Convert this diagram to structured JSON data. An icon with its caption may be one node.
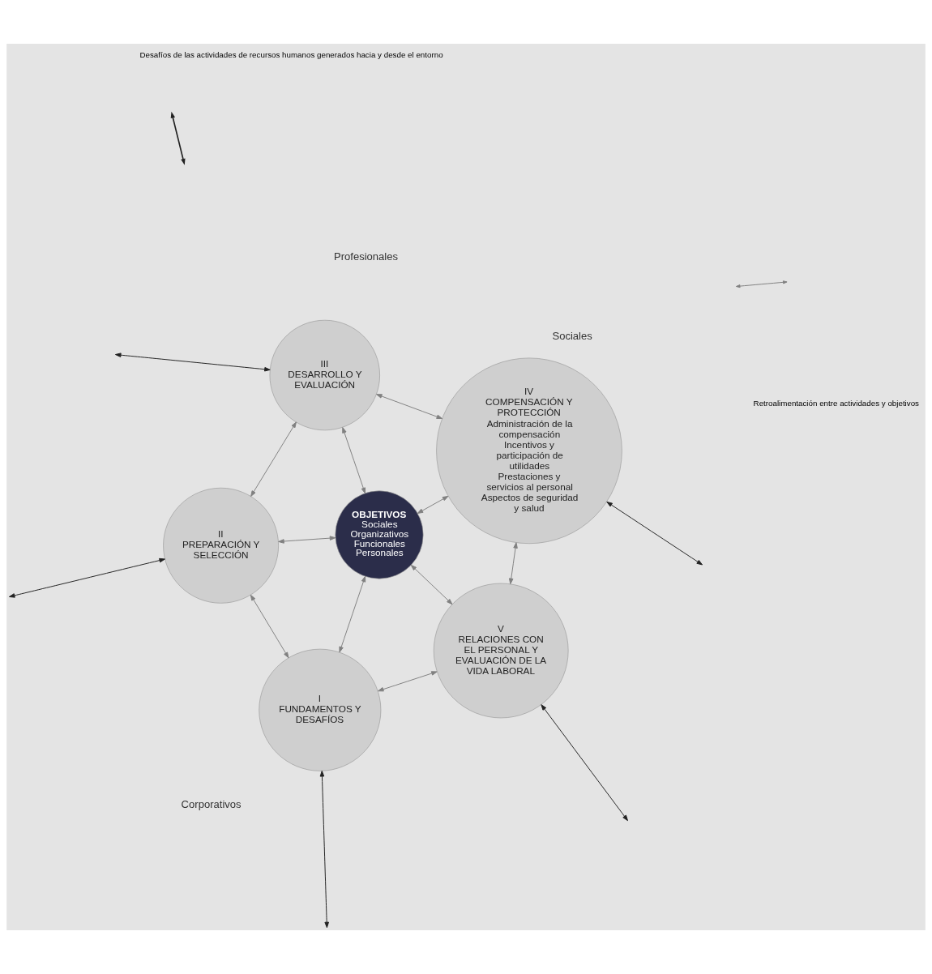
{
  "diagram": {
    "nodes": [
      {
        "text": [
          "I",
          "FUNDAMENTOS Y DESAFÍOS"
        ]
      },
      {
        "text": [
          "II",
          "PREPARACIÓN Y SELECCIÓN"
        ]
      },
      {
        "text": [
          "III",
          "DESARROLLO Y EVALUACIÓN"
        ]
      },
      {
        "text": [
          "IV",
          "COMPENSACIÓN Y PROTECCIÓN",
          "Administración de la compensación",
          "Incentivos y participación de utilidades",
          "Prestaciones y servicios al personal",
          "Aspectos de seguridad y salud"
        ]
      },
      {
        "text": [
          "V",
          "RELACIONES CON EL PERSONAL Y EVALUACIÓN DE LA VIDA LABORAL"
        ]
      },
      {
        "text": [
          "OBJETIVOS",
          "Sociales",
          "Organizativos",
          "Funcionales",
          "Personales"
        ]
      }
    ],
    "edges": [
      {
        "from": 0,
        "to": 1,
        "arrow": "both"
      },
      {
        "from": 1,
        "to": 2,
        "arrow": "both"
      },
      {
        "from": 2,
        "to": 3,
        "arrow": "both"
      },
      {
        "from": 3,
        "to": 4,
        "arrow": "both"
      },
      {
        "from": 4,
        "to": 0,
        "arrow": "both"
      },
      {
        "from": 0,
        "to": 5,
        "arrow": "both"
      },
      {
        "from": 1,
        "to": 5,
        "arrow": "both"
      },
      {
        "from": 2,
        "to": 5,
        "arrow": "both"
      },
      {
        "from": 3,
        "to": 5,
        "arrow": "both"
      },
      {
        "from": 4,
        "to": 5,
        "arrow": "both"
      },
      {
        "from": null,
        "to": 0,
        "arrow": "both",
        "color": "#222222"
      },
      {
        "from": null,
        "to": 1,
        "arrow": "both",
        "color": "#222222"
      },
      {
        "from": null,
        "to": 2,
        "arrow": "both",
        "color": "#222222"
      },
      {
        "from": null,
        "to": 3,
        "arrow": "both",
        "color": "#222222"
      },
      {
        "from": null,
        "to": 4,
        "arrow": "both",
        "color": "#222222"
      }
    ],
    "labels": [
      "Corporativos",
      "Profesionales",
      "Sociales"
    ],
    "legend": [
      {
        "text": "Retroalimentación entre actividades y objetivos"
      },
      {
        "text": "Desafíos de las actividades de recursos humanos generados hacia y desde el entorno"
      }
    ]
  }
}
